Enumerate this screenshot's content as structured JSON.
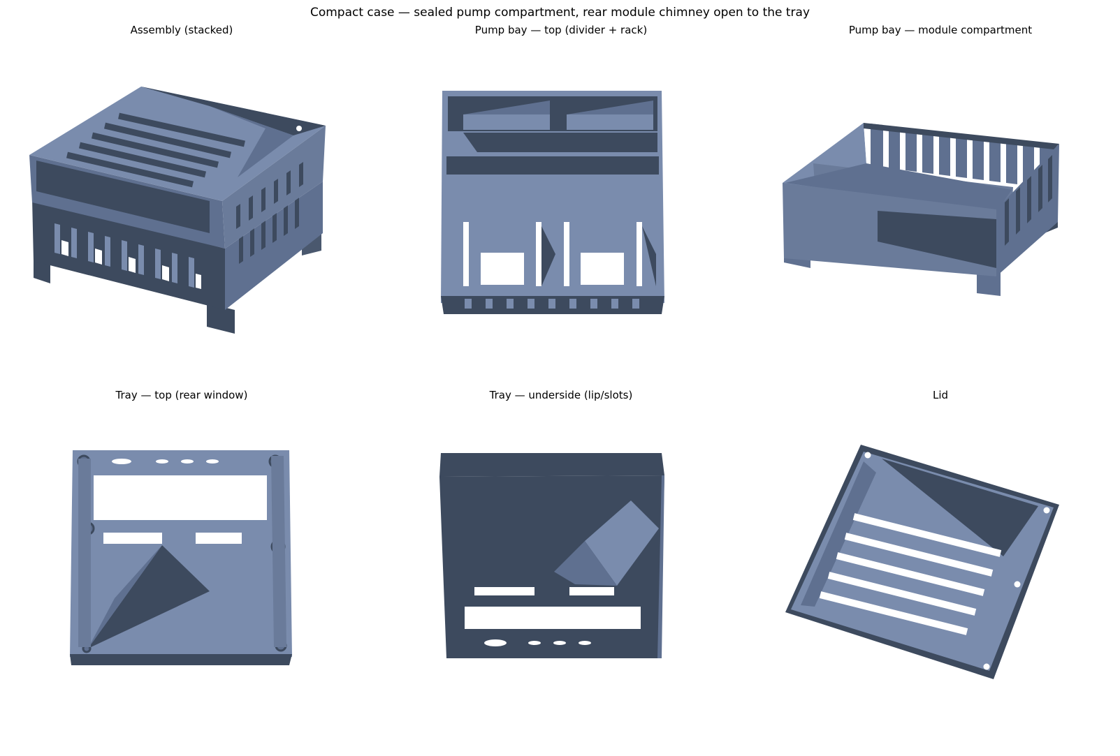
{
  "figure": {
    "title": "Compact case — sealed pump compartment, rear module chimney open to the tray"
  },
  "panels": [
    {
      "title": "Assembly (stacked)"
    },
    {
      "title": "Pump bay — top (divider + rack)"
    },
    {
      "title": "Pump bay — module compartment"
    },
    {
      "title": "Tray — top (rear window)"
    },
    {
      "title": "Tray — underside (lip/slots)"
    },
    {
      "title": "Lid"
    }
  ],
  "colors": {
    "light": "#7a8cad",
    "mid": "#5f7090",
    "dark": "#3d4a5e",
    "edge": "#8fa0bf",
    "hole": "#ffffff"
  }
}
